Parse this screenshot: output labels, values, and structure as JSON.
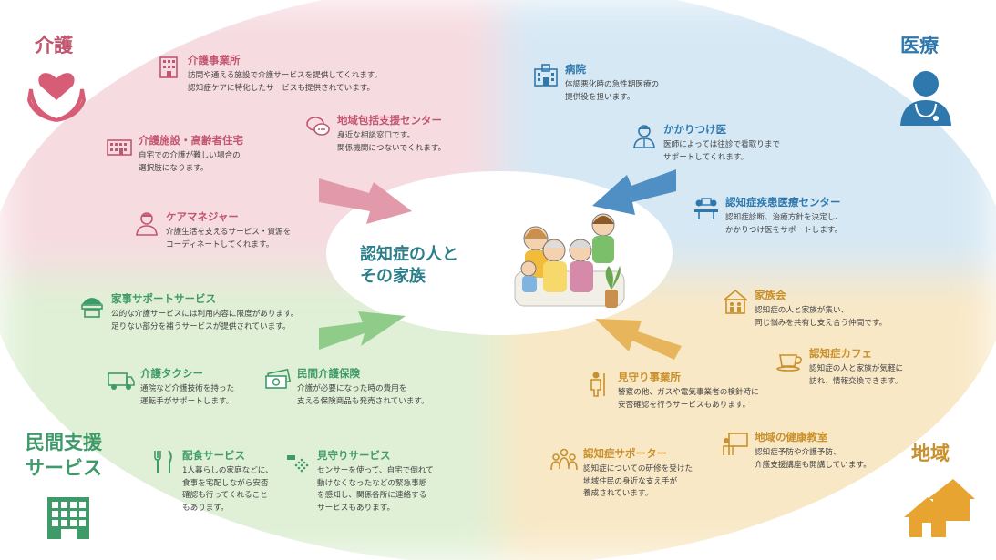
{
  "center": {
    "title": "認知症の人と\nその家族"
  },
  "sections": {
    "kaigo": {
      "label": "介護",
      "color": "#c2566f",
      "items": [
        {
          "title": "介護事業所",
          "desc": "訪問や通える施設で介護サービスを提供してくれます。\n認知症ケアに特化したサービスも提供されています。",
          "icon": "building-icon"
        },
        {
          "title": "地域包括支援センター",
          "desc": "身近な相談窓口です。\n関係機関につないでくれます。",
          "icon": "chat-bubble-icon"
        },
        {
          "title": "介護施設・高齢者住宅",
          "desc": "自宅での介護が難しい場合の\n選択肢になります。",
          "icon": "facility-icon"
        },
        {
          "title": "ケアマネジャー",
          "desc": "介護生活を支えるサービス・資源を\nコーディネートしてくれます。",
          "icon": "person-icon"
        }
      ]
    },
    "iryo": {
      "label": "医療",
      "color": "#2f78ad",
      "items": [
        {
          "title": "病院",
          "desc": "体調悪化時の急性期医療の\n提供役を担います。",
          "icon": "hospital-icon"
        },
        {
          "title": "かかりつけ医",
          "desc": "医師によっては往診で看取りまで\nサポートしてくれます。",
          "icon": "doctor-icon"
        },
        {
          "title": "認知症疾患医療センター",
          "desc": "認知症診断、治療方針を決定し、\nかかりつけ医をサポートします。",
          "icon": "consultation-icon"
        }
      ]
    },
    "minkan": {
      "label": "民間支援\nサービス",
      "color": "#3f9a6a",
      "items": [
        {
          "title": "家事サポートサービス",
          "desc": "公的な介護サービスには利用内容に限度があります。\n足りない部分を補うサービスが提供されています。",
          "icon": "cooking-pot-icon"
        },
        {
          "title": "介護タクシー",
          "desc": "通院など介護技術を持った\n運転手がサポートします。",
          "icon": "taxi-icon"
        },
        {
          "title": "民間介護保険",
          "desc": "介護が必要になった時の費用を\n支える保険商品も発売されています。",
          "icon": "money-icon"
        },
        {
          "title": "配食サービス",
          "desc": "1人暮らしの家庭などに、\n食事を宅配しながら安否\n確認も行ってくれること\nもあります。",
          "icon": "cutlery-icon"
        },
        {
          "title": "見守りサービス",
          "desc": "センサーを使って、自宅で倒れて\n動けなくなったなどの緊急事態\nを感知し、関係各所に連絡する\nサービスもあります。",
          "icon": "sensor-icon"
        }
      ]
    },
    "chiiki": {
      "label": "地域",
      "color": "#c9902b",
      "items": [
        {
          "title": "家族会",
          "desc": "認知症の人と家族が集い、\n同じ悩みを共有し支え合う仲間です。",
          "icon": "family-house-icon"
        },
        {
          "title": "認知症カフェ",
          "desc": "認知症の人と家族が気軽に\n訪れ、情報交換できます。",
          "icon": "coffee-cup-icon"
        },
        {
          "title": "見守り事業所",
          "desc": "警察の他、ガスや電気事業者の検針時に\n安否確認を行うサービスもあります。",
          "icon": "guard-icon"
        },
        {
          "title": "地域の健康教室",
          "desc": "認知症予防や介護予防、\n介護支援講座も開講しています。",
          "icon": "lecture-icon"
        },
        {
          "title": "認知症サポーター",
          "desc": "認知症についての研修を受けた\n地域住民の身近な支え手が\n養成されています。",
          "icon": "supporters-icon"
        }
      ]
    }
  }
}
